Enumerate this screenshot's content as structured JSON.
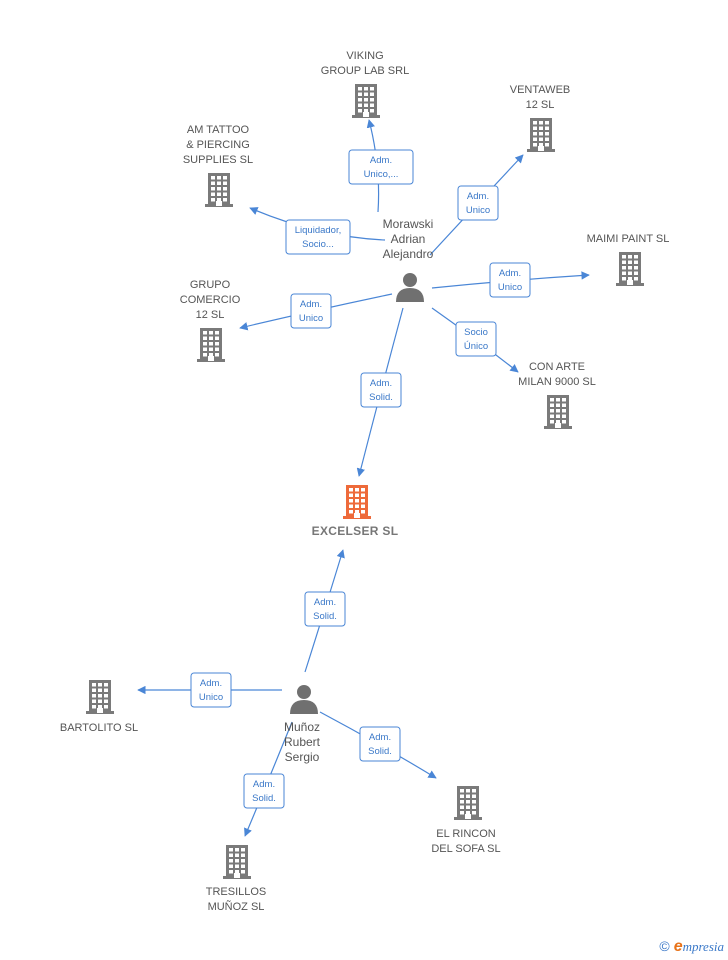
{
  "colors": {
    "building": "#7a7a7a",
    "main_building": "#ee6a3a",
    "person": "#707070",
    "edge": "#4a86d6",
    "edge_text": "#3a78c8"
  },
  "main_company": {
    "lines": [
      "EXCELSER  SL"
    ],
    "icon": "building-icon"
  },
  "companies": [
    {
      "id": "viking",
      "lines": [
        "VIKING",
        "GROUP LAB SRL"
      ]
    },
    {
      "id": "ventaweb",
      "lines": [
        "VENTAWEB",
        "12  SL"
      ]
    },
    {
      "id": "amtattoo",
      "lines": [
        "AM TATTOO",
        "& PIERCING",
        "SUPPLIES SL"
      ]
    },
    {
      "id": "maimi",
      "lines": [
        "MAIMI PAINT  SL"
      ]
    },
    {
      "id": "grupo",
      "lines": [
        "GRUPO",
        "COMERCIO",
        "12  SL"
      ]
    },
    {
      "id": "conarte",
      "lines": [
        "CON ARTE",
        "MILAN 9000  SL"
      ]
    },
    {
      "id": "bartolito",
      "lines": [
        "BARTOLITO  SL"
      ]
    },
    {
      "id": "elrincon",
      "lines": [
        "EL RINCON",
        "DEL SOFA  SL"
      ]
    },
    {
      "id": "tresillos",
      "lines": [
        "TRESILLOS",
        "MUÑOZ SL"
      ]
    }
  ],
  "persons": [
    {
      "id": "morawski",
      "lines": [
        "Morawski",
        "Adrian",
        "Alejandro"
      ],
      "icon": "person-icon"
    },
    {
      "id": "munoz",
      "lines": [
        "Muñoz",
        "Rubert",
        "Sergio"
      ],
      "icon": "person-icon"
    }
  ],
  "edges": [
    {
      "from": "morawski",
      "to": "viking",
      "lines": [
        "Adm.",
        "Unico,..."
      ]
    },
    {
      "from": "morawski",
      "to": "ventaweb",
      "lines": [
        "Adm.",
        "Unico"
      ]
    },
    {
      "from": "morawski",
      "to": "amtattoo",
      "lines": [
        "Liquidador,",
        "Socio..."
      ]
    },
    {
      "from": "morawski",
      "to": "maimi",
      "lines": [
        "Adm.",
        "Unico"
      ]
    },
    {
      "from": "morawski",
      "to": "grupo",
      "lines": [
        "Adm.",
        "Unico"
      ]
    },
    {
      "from": "morawski",
      "to": "conarte",
      "lines": [
        "Socio",
        "Único"
      ]
    },
    {
      "from": "morawski",
      "to": "excelser",
      "lines": [
        "Adm.",
        "Solid."
      ]
    },
    {
      "from": "munoz",
      "to": "excelser",
      "lines": [
        "Adm.",
        "Solid."
      ]
    },
    {
      "from": "munoz",
      "to": "bartolito",
      "lines": [
        "Adm.",
        "Unico"
      ]
    },
    {
      "from": "munoz",
      "to": "elrincon",
      "lines": [
        "Adm.",
        "Solid."
      ]
    },
    {
      "from": "munoz",
      "to": "tresillos",
      "lines": [
        "Adm.",
        "Solid."
      ]
    }
  ],
  "footer": {
    "copyright": "©",
    "brand_initial": "e",
    "brand_rest": "mpresia"
  }
}
